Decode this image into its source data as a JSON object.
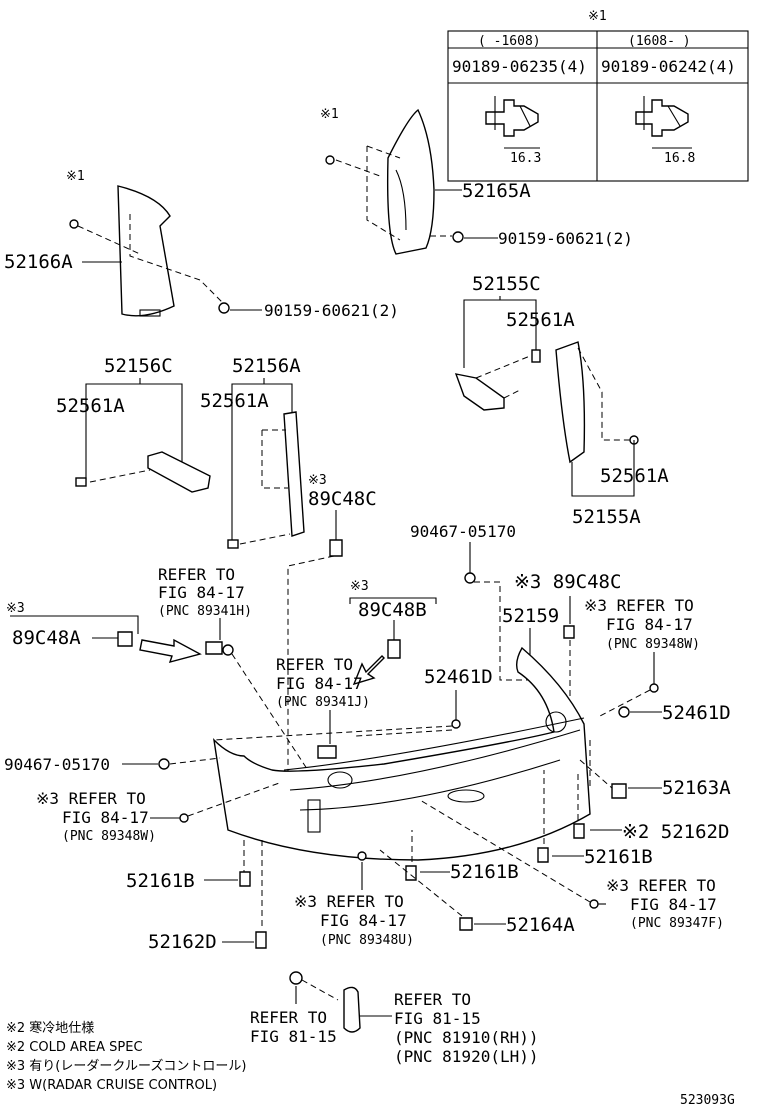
{
  "header_mark": "※1",
  "table": {
    "col1_range": "(   -1608)",
    "col2_range": "(1608-    )",
    "col1_part": "90189-06235(4)",
    "col2_part": "90189-06242(4)",
    "col1_dim": "16.3",
    "col2_dim": "16.8"
  },
  "labels": {
    "p52165A": "52165A",
    "p52166A": "52166A",
    "p90159a": "90159-60621(2)",
    "p90159b": "90159-60621(2)",
    "mark1a": "※1",
    "mark1b": "※1",
    "p52155C": "52155C",
    "p52561A_1": "52561A",
    "p52156C": "52156C",
    "p52156A": "52156A",
    "p52561A_2": "52561A",
    "p52561A_3": "52561A",
    "p52561A_4": "52561A",
    "p52155A": "52155A",
    "mark3a": "※3",
    "p89C48C_1": "89C48C",
    "p90467_1": "90467-05170",
    "refer1_l1": "REFER TO",
    "refer1_l2": "FIG 84-17",
    "refer1_l3": "(PNC 89341H)",
    "mark3b": "※3",
    "p89C48A": "89C48A",
    "mark3c": "※3",
    "p89C48B": "89C48B",
    "p89C48C_2": "※3 89C48C",
    "p52159": "52159",
    "refer2_l1": "※3 REFER TO",
    "refer2_l2": "FIG 84-17",
    "refer2_l3": "(PNC 89348W)",
    "refer3_l1": "REFER TO",
    "refer3_l2": "FIG 84-17",
    "refer3_l3": "(PNC 89341J)",
    "p52461D_1": "52461D",
    "p52461D_2": "52461D",
    "p90467_2": "90467-05170",
    "p52163A": "52163A",
    "refer4_l1": "※3 REFER TO",
    "refer4_l2": "FIG 84-17",
    "refer4_l3": "(PNC 89348W)",
    "p52162D_1": "※2 52162D",
    "p52161B_1": "52161B",
    "p52161B_2": "52161B",
    "p52161B_3": "52161B",
    "refer5_l1": "※3 REFER TO",
    "refer5_l2": "FIG 84-17",
    "refer5_l3": "(PNC 89347F)",
    "refer6_l1": "※3 REFER TO",
    "refer6_l2": "FIG 84-17",
    "refer6_l3": "(PNC 89348U)",
    "p52164A": "52164A",
    "p52162D_2": "52162D",
    "refer7_l1": "REFER TO",
    "refer7_l2": "FIG 81-15",
    "refer8_l1": "REFER TO",
    "refer8_l2": "FIG 81-15",
    "refer8_l3": "(PNC 81910(RH))",
    "refer8_l4": "(PNC 81920(LH))"
  },
  "notes": [
    "※2 寒冷地仕様",
    "※2 COLD AREA SPEC",
    "※3 有り(レーダークルーズコントロール)",
    "※3 W(RADAR CRUISE CONTROL)"
  ],
  "diagram_id": "523093G"
}
